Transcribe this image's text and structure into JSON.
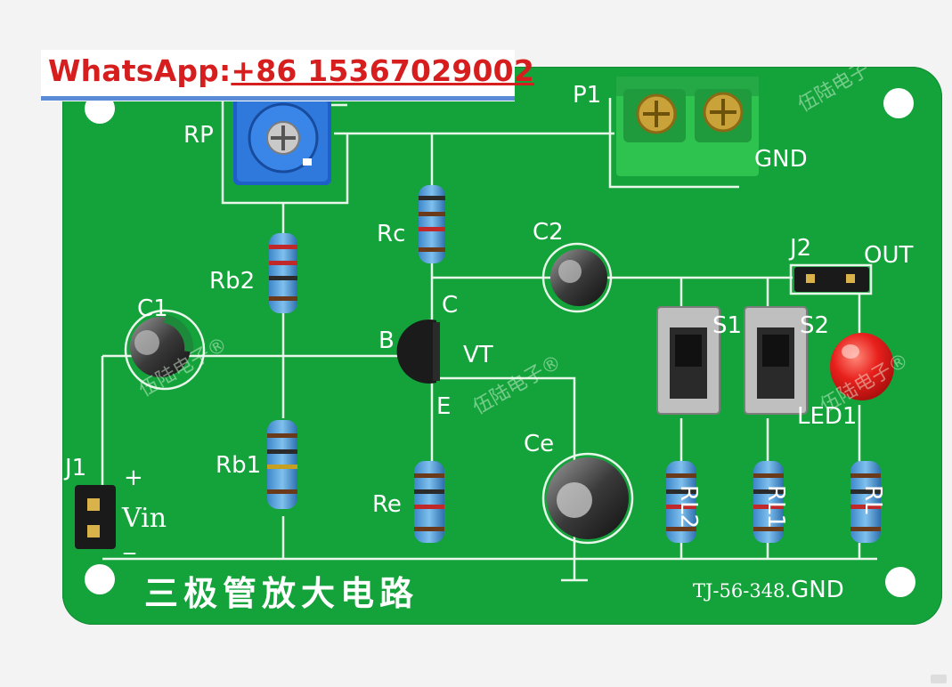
{
  "watermark": {
    "prefix": "WhatsApp:",
    "phone": "+86 15367029002"
  },
  "board": {
    "title": "三极管放大电路",
    "model": "TJ-56-348.",
    "model_gnd": "GND",
    "logo_text": "伍陆电子",
    "logo_mark": "®",
    "colors": {
      "pcb": "#14a23b",
      "silkscreen": "#ffffff",
      "terminal": "#2ec24f",
      "led": "#e8201c"
    },
    "labels": {
      "rp": "RP",
      "p1": "P1",
      "gnd": "GND",
      "rc": "Rc",
      "c2": "C2",
      "j2": "J2",
      "out": "OUT",
      "rb2": "Rb2",
      "c1": "C1",
      "c": "C",
      "b": "B",
      "vt": "VT",
      "e": "E",
      "s1": "S1",
      "s2": "S2",
      "led1": "LED1",
      "rb1": "Rb1",
      "ce": "Ce",
      "re": "Re",
      "rl2": "RL2",
      "rl1": "RL1",
      "rl": "RL",
      "j1": "J1",
      "plus": "+",
      "vin": "Vin",
      "minus": "_"
    }
  }
}
